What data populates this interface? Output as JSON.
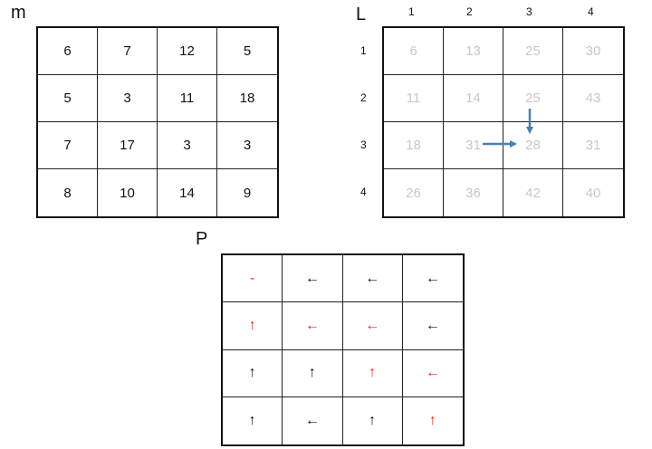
{
  "m": {
    "title": "m",
    "rows": [
      [
        "6",
        "7",
        "12",
        "5"
      ],
      [
        "5",
        "3",
        "11",
        "18"
      ],
      [
        "7",
        "17",
        "3",
        "3"
      ],
      [
        "8",
        "10",
        "14",
        "9"
      ]
    ]
  },
  "l": {
    "title": "L",
    "col_headers": [
      "1",
      "2",
      "3",
      "4"
    ],
    "row_headers": [
      "1",
      "2",
      "3",
      "4"
    ],
    "rows": [
      [
        "6",
        "13",
        "25",
        "30"
      ],
      [
        "11",
        "14",
        "25",
        "43"
      ],
      [
        "18",
        "31",
        "28",
        "31"
      ],
      [
        "26",
        "36",
        "42",
        "40"
      ]
    ],
    "arrow_color": "#4a7fb5"
  },
  "p": {
    "title": "P",
    "rows": [
      [
        {
          "t": "-",
          "red": true
        },
        {
          "t": "←",
          "red": false
        },
        {
          "t": "←",
          "red": false
        },
        {
          "t": "←",
          "red": false
        }
      ],
      [
        {
          "t": "↑",
          "red": true
        },
        {
          "t": "←",
          "red": true
        },
        {
          "t": "←",
          "red": true
        },
        {
          "t": "←",
          "red": false
        }
      ],
      [
        {
          "t": "↑",
          "red": false
        },
        {
          "t": "↑",
          "red": false
        },
        {
          "t": "↑",
          "red": true
        },
        {
          "t": "←",
          "red": true
        }
      ],
      [
        {
          "t": "↑",
          "red": false
        },
        {
          "t": "←",
          "red": false
        },
        {
          "t": "↑",
          "red": false
        },
        {
          "t": "↑",
          "red": true
        }
      ]
    ],
    "highlight_color": "#e0301e"
  }
}
